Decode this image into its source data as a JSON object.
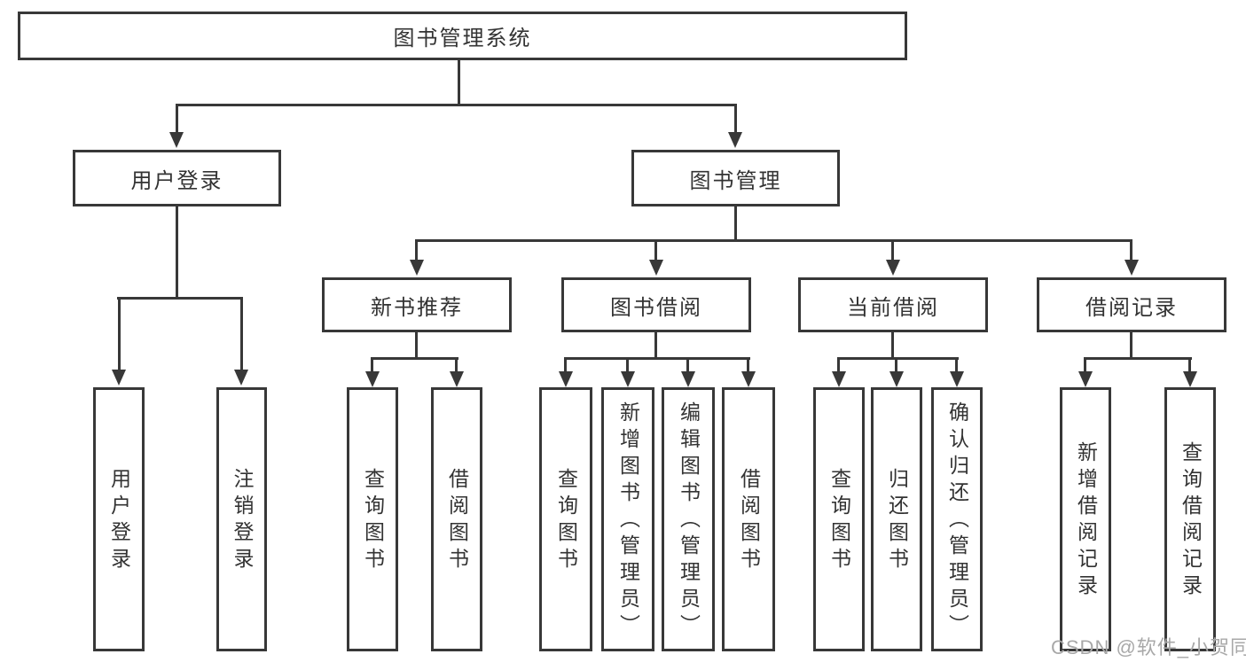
{
  "tree": {
    "root": {
      "label": "图书管理系统",
      "children": [
        {
          "label": "用户登录",
          "children": [
            {
              "label": "用户登录"
            },
            {
              "label": "注销登录"
            }
          ]
        },
        {
          "label": "图书管理",
          "children": [
            {
              "label": "新书推荐",
              "children": [
                {
                  "label": "查询图书"
                },
                {
                  "label": "借阅图书"
                }
              ]
            },
            {
              "label": "图书借阅",
              "children": [
                {
                  "label": "查询图书"
                },
                {
                  "label": "新增图书（管理员）"
                },
                {
                  "label": "编辑图书（管理员）"
                },
                {
                  "label": "借阅图书"
                }
              ]
            },
            {
              "label": "当前借阅",
              "children": [
                {
                  "label": "查询图书"
                },
                {
                  "label": "归还图书"
                },
                {
                  "label": "确认归还（管理员）"
                }
              ]
            },
            {
              "label": "借阅记录",
              "children": [
                {
                  "label": "新增借阅记录"
                },
                {
                  "label": "查询借阅记录"
                }
              ]
            }
          ]
        }
      ]
    }
  },
  "watermark": {
    "text": "CSDN @软件_小贺同学"
  },
  "colors": {
    "line": "#383838",
    "box_border": "#383838",
    "text": "#333333",
    "watermark": "#a8a8a8",
    "background": "#ffffff"
  }
}
